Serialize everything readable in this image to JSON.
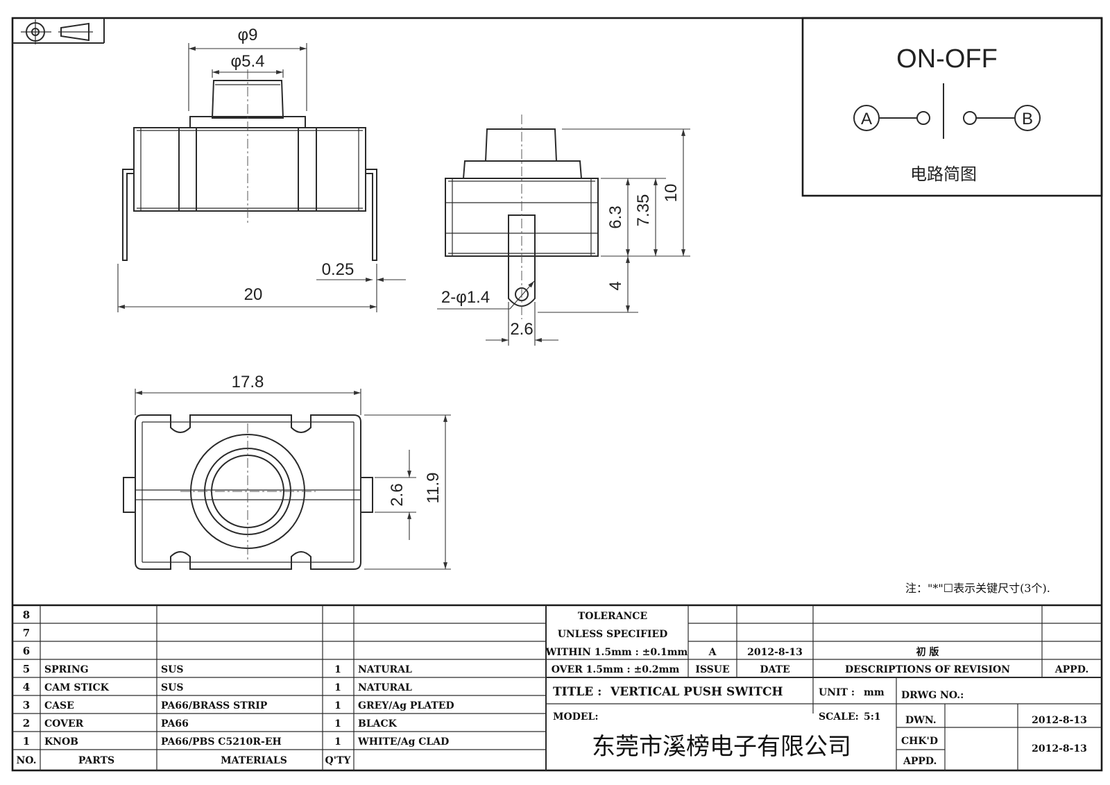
{
  "dimensions": {
    "phi9": "φ9",
    "phi5_4": "φ5.4",
    "w20": "20",
    "t025": "0.25",
    "h10": "10",
    "h735": "7.35",
    "h63": "6.3",
    "h4": "4",
    "holes": "2-φ1.4",
    "pitch26": "2.6",
    "w178": "17.8",
    "h119": "11.9",
    "slot26": "2.6"
  },
  "circuit": {
    "title": "ON-OFF",
    "terminal_a": "A",
    "terminal_b": "B",
    "caption": "电路简图"
  },
  "note": "注：\"*\"☐表示关键尺寸(3个).",
  "bom": {
    "rows": [
      {
        "no": "8",
        "part": "",
        "material": "",
        "qty": "",
        "finish": ""
      },
      {
        "no": "7",
        "part": "",
        "material": "",
        "qty": "",
        "finish": ""
      },
      {
        "no": "6",
        "part": "",
        "material": "",
        "qty": "",
        "finish": ""
      },
      {
        "no": "5",
        "part": "SPRING",
        "material": "SUS",
        "qty": "1",
        "finish": "NATURAL"
      },
      {
        "no": "4",
        "part": "CAM STICK",
        "material": "SUS",
        "qty": "1",
        "finish": "NATURAL"
      },
      {
        "no": "3",
        "part": "CASE",
        "material": "PA66/BRASS STRIP",
        "qty": "1",
        "finish": "GREY/Ag PLATED"
      },
      {
        "no": "2",
        "part": "COVER",
        "material": "PA66",
        "qty": "1",
        "finish": "BLACK"
      },
      {
        "no": "1",
        "part": "KNOB",
        "material": "PA66/PBS C5210R-EH",
        "qty": "1",
        "finish": "WHITE/Ag CLAD"
      }
    ],
    "header": {
      "no": "NO.",
      "parts": "PARTS",
      "materials": "MATERIALS",
      "qty": "Q'TY"
    }
  },
  "tolerance": {
    "line1": "TOLERANCE",
    "line2": "UNLESS   SPECIFIED",
    "line3": "WITHIN 1.5mm : ±0.1mm",
    "line4": "OVER 1.5mm : ±0.2mm"
  },
  "revision": {
    "issue": "A",
    "date": "2012-8-13",
    "description": "初   版",
    "issue_label": "ISSUE",
    "date_label": "DATE",
    "desc_label": "DESCRIPTIONS OF REVISION",
    "appd_label": "APPD."
  },
  "title_block": {
    "title_label": "TITLE :",
    "title": "VERTICAL PUSH SWITCH",
    "unit_label": "UNIT :",
    "unit": "mm",
    "drwg_label": "DRWG NO.:",
    "model_label": "MODEL:",
    "scale_label": "SCALE:",
    "scale": "5:1",
    "dwn_label": "DWN.",
    "dwn_date": "2012-8-13",
    "chkd_label": "CHK'D",
    "chkd_date": "2012-8-13",
    "appd_label": "APPD.",
    "company": "东莞市溪榜电子有限公司"
  }
}
